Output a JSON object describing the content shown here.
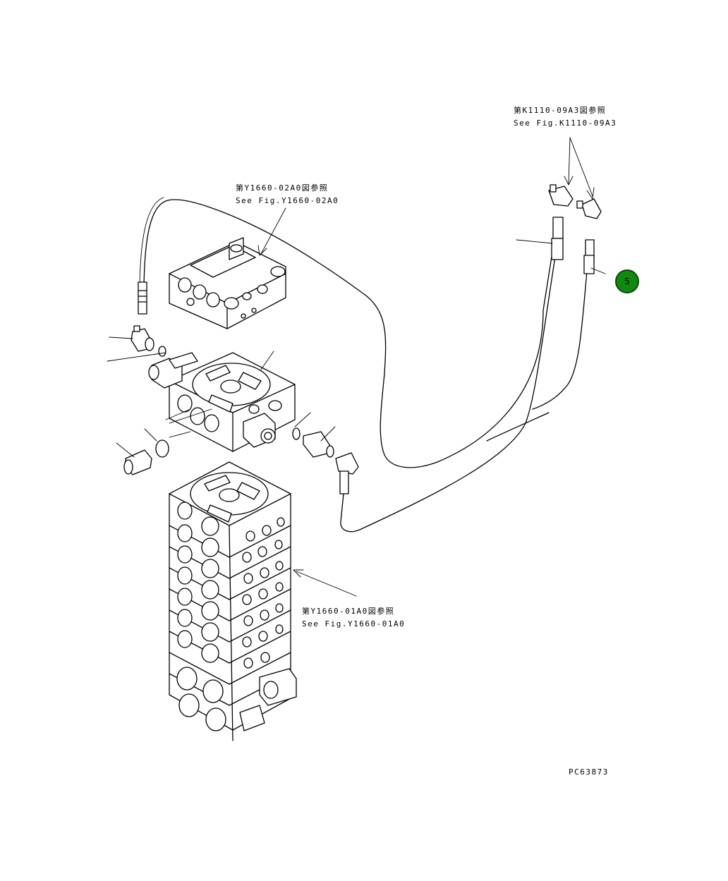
{
  "colors": {
    "callout_fill": "#0f8a0f",
    "line": "#000000"
  },
  "references": {
    "k1110": {
      "line1": "第K1110-09A3図参照",
      "line2": "See Fig.K1110-09A3"
    },
    "y1660_02": {
      "line1": "第Y1660-02A0図参照",
      "line2": "See Fig.Y1660-02A0"
    },
    "y1660_01": {
      "line1": "第Y1660-01A0図参照",
      "line2": "See Fig.Y1660-01A0"
    }
  },
  "callouts": [
    {
      "number": "5"
    }
  ],
  "drawing_code": "PC63873"
}
